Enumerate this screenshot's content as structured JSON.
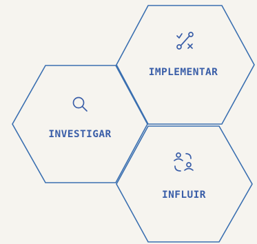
{
  "diagram": {
    "background": "#f6f4ef",
    "stroke_color": "#3a6fb0",
    "text_color": "#3a5ea8",
    "hexagons": [
      {
        "id": "implementar",
        "label": "IMPLEMENTAR",
        "icon": "route-icon"
      },
      {
        "id": "investigar",
        "label": "INVESTIGAR",
        "icon": "search-icon"
      },
      {
        "id": "influir",
        "label": "INFLUIR",
        "icon": "users-exchange-icon"
      }
    ]
  }
}
